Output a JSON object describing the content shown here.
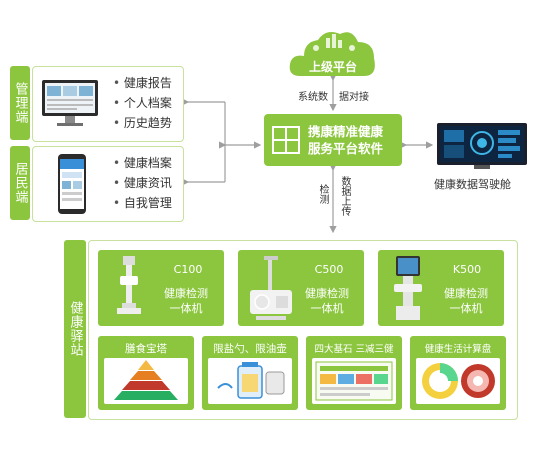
{
  "cloud": {
    "label": "上级平台"
  },
  "hub": {
    "line1": "携康精准健康",
    "line2": "服务平台软件"
  },
  "connectors": {
    "top_left": "系统数",
    "top_right": "据对接",
    "bottom_left": "检测",
    "bottom_right": "数据上传"
  },
  "management": {
    "tab": "管理端",
    "items": [
      "健康报告",
      "个人档案",
      "历史趋势"
    ]
  },
  "resident": {
    "tab": "居民端",
    "items": [
      "健康档案",
      "健康资讯",
      "自我管理"
    ]
  },
  "cockpit": {
    "label": "健康数据驾驶舱"
  },
  "station": {
    "tab": "健康驿站",
    "devices": [
      {
        "model": "C100",
        "line1": "健康检测",
        "line2": "一体机"
      },
      {
        "model": "C500",
        "line1": "健康检测",
        "line2": "一体机"
      },
      {
        "model": "K500",
        "line1": "健康检测",
        "line2": "一体机"
      }
    ],
    "tools": [
      {
        "label": "膳食宝塔"
      },
      {
        "label": "限盐勺、限油壶"
      },
      {
        "label": "四大基石 三减三健"
      },
      {
        "label": "健康生活计算盘"
      }
    ]
  },
  "colors": {
    "accent": "#8cc63f",
    "border": "#c8e19f",
    "arrow": "#9e9e9e"
  }
}
